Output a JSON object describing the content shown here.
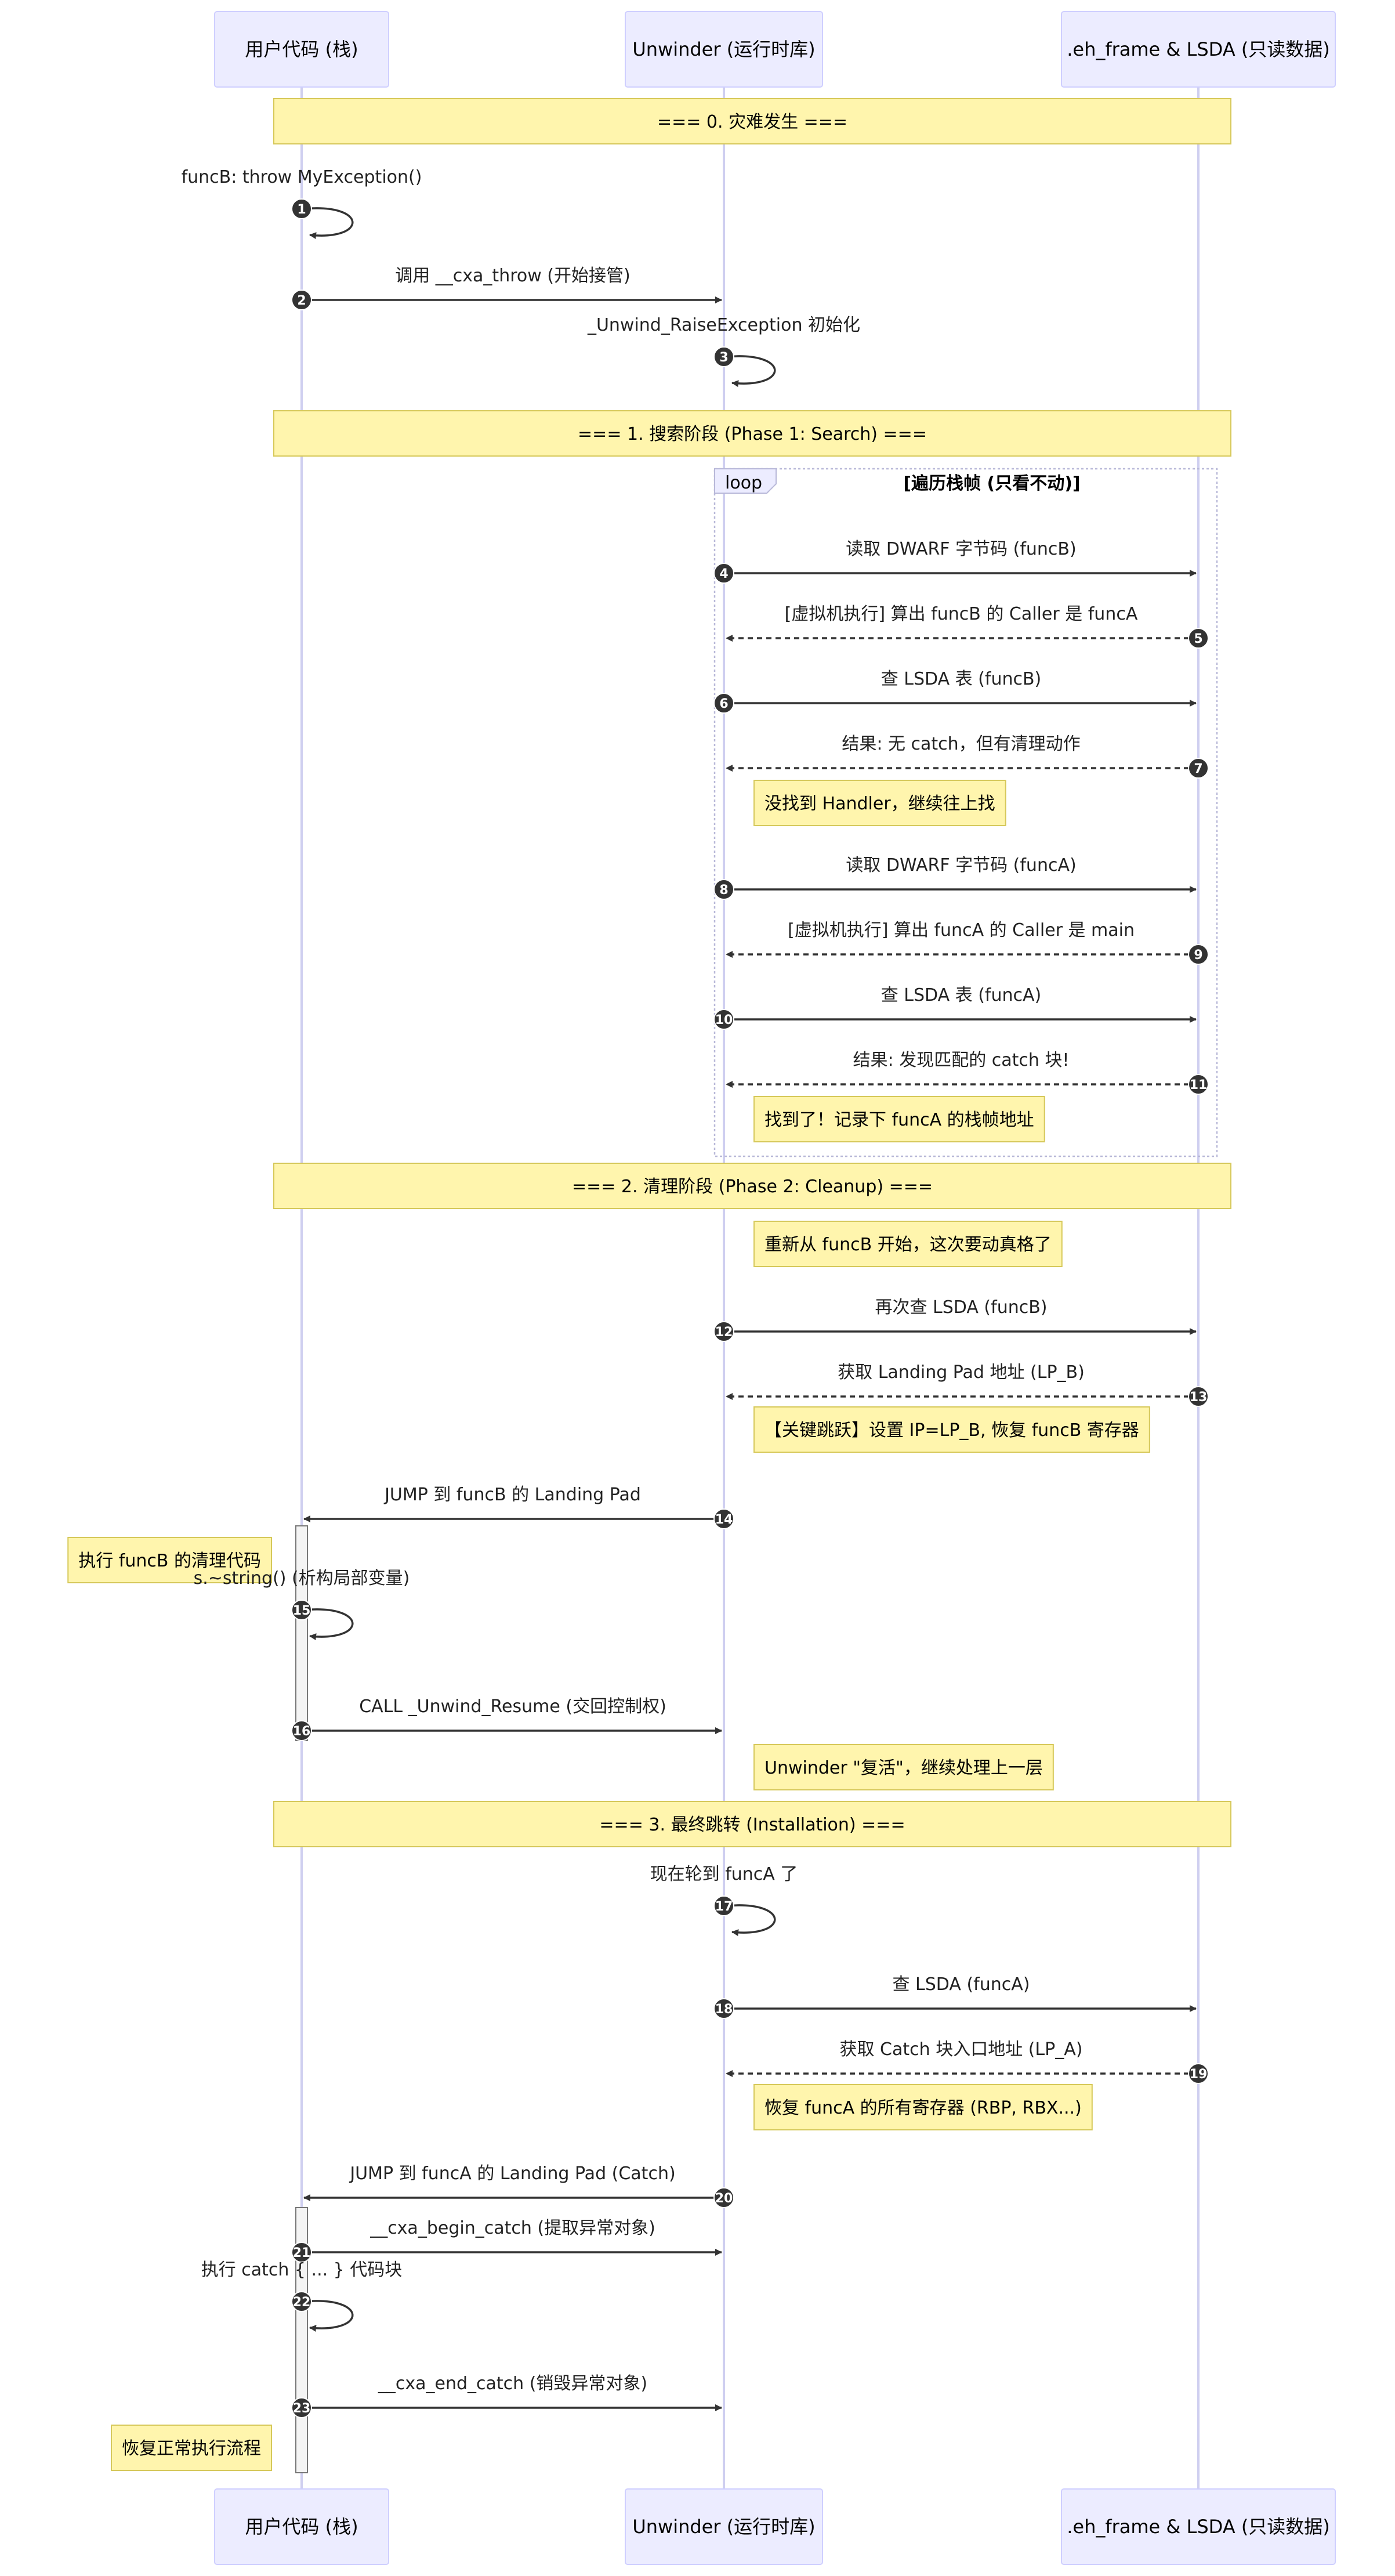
{
  "participants": [
    {
      "id": "user",
      "label": "用户代码 (栈)"
    },
    {
      "id": "unwinder",
      "label": "Unwinder (运行时库)"
    },
    {
      "id": "eh",
      "label": ".eh_frame & LSDA (只读数据)"
    }
  ],
  "loop": {
    "tag": "loop",
    "condition": "[遍历栈帧 (只看不动)]"
  },
  "items": [
    {
      "kind": "note",
      "over": [
        "user",
        "eh"
      ],
      "text": "=== 0. 灾难发生 ==="
    },
    {
      "kind": "msg",
      "from": "user",
      "to": "user",
      "num": 1,
      "text": "funcB: throw MyException()"
    },
    {
      "kind": "msg",
      "from": "user",
      "to": "unwinder",
      "num": 2,
      "text": "调用 __cxa_throw (开始接管)"
    },
    {
      "kind": "msg",
      "from": "unwinder",
      "to": "unwinder",
      "num": 3,
      "text": "_Unwind_RaiseException 初始化"
    },
    {
      "kind": "note",
      "over": [
        "user",
        "eh"
      ],
      "text": "=== 1. 搜索阶段 (Phase 1: Search) ==="
    },
    {
      "kind": "msg",
      "from": "unwinder",
      "to": "eh",
      "num": 4,
      "text": "读取 DWARF 字节码 (funcB)"
    },
    {
      "kind": "msg",
      "from": "eh",
      "to": "unwinder",
      "num": 5,
      "dashed": true,
      "text": "[虚拟机执行] 算出 funcB 的 Caller 是 funcA"
    },
    {
      "kind": "msg",
      "from": "unwinder",
      "to": "eh",
      "num": 6,
      "text": "查 LSDA 表 (funcB)"
    },
    {
      "kind": "msg",
      "from": "eh",
      "to": "unwinder",
      "num": 7,
      "dashed": true,
      "text": "结果: 无 catch，但有清理动作"
    },
    {
      "kind": "note",
      "rightOf": "unwinder",
      "text": "没找到 Handler，继续往上找"
    },
    {
      "kind": "msg",
      "from": "unwinder",
      "to": "eh",
      "num": 8,
      "text": "读取 DWARF 字节码 (funcA)"
    },
    {
      "kind": "msg",
      "from": "eh",
      "to": "unwinder",
      "num": 9,
      "dashed": true,
      "text": "[虚拟机执行] 算出 funcA 的 Caller 是 main"
    },
    {
      "kind": "msg",
      "from": "unwinder",
      "to": "eh",
      "num": 10,
      "text": "查 LSDA 表 (funcA)"
    },
    {
      "kind": "msg",
      "from": "eh",
      "to": "unwinder",
      "num": 11,
      "dashed": true,
      "text": "结果: 发现匹配的 catch 块!"
    },
    {
      "kind": "note",
      "rightOf": "unwinder",
      "text": "找到了！记录下 funcA 的栈帧地址"
    },
    {
      "kind": "note",
      "over": [
        "user",
        "eh"
      ],
      "text": "=== 2. 清理阶段 (Phase 2: Cleanup) ==="
    },
    {
      "kind": "note",
      "rightOf": "unwinder",
      "text": "重新从 funcB 开始，这次要动真格了"
    },
    {
      "kind": "msg",
      "from": "unwinder",
      "to": "eh",
      "num": 12,
      "text": "再次查 LSDA (funcB)"
    },
    {
      "kind": "msg",
      "from": "eh",
      "to": "unwinder",
      "num": 13,
      "dashed": true,
      "text": "获取 Landing Pad 地址 (LP_B)"
    },
    {
      "kind": "note",
      "rightOf": "unwinder",
      "text": "【关键跳跃】设置 IP=LP_B, 恢复 funcB 寄存器"
    },
    {
      "kind": "msg",
      "from": "unwinder",
      "to": "user",
      "num": 14,
      "text": "JUMP 到 funcB 的 Landing Pad"
    },
    {
      "kind": "note",
      "leftOf": "user",
      "text": "执行 funcB 的清理代码"
    },
    {
      "kind": "msg",
      "from": "user",
      "to": "user",
      "num": 15,
      "text": "s.~string() (析构局部变量)"
    },
    {
      "kind": "msg",
      "from": "user",
      "to": "unwinder",
      "num": 16,
      "text": "CALL _Unwind_Resume (交回控制权)"
    },
    {
      "kind": "note",
      "rightOf": "unwinder",
      "text": "Unwinder \"复活\"，继续处理上一层"
    },
    {
      "kind": "note",
      "over": [
        "user",
        "eh"
      ],
      "text": "=== 3. 最终跳转 (Installation) ==="
    },
    {
      "kind": "msg",
      "from": "unwinder",
      "to": "unwinder",
      "num": 17,
      "text": "现在轮到 funcA 了"
    },
    {
      "kind": "msg",
      "from": "unwinder",
      "to": "eh",
      "num": 18,
      "text": "查 LSDA (funcA)"
    },
    {
      "kind": "msg",
      "from": "eh",
      "to": "unwinder",
      "num": 19,
      "dashed": true,
      "text": "获取 Catch 块入口地址 (LP_A)"
    },
    {
      "kind": "note",
      "rightOf": "unwinder",
      "text": "恢复 funcA 的所有寄存器 (RBP, RBX...)"
    },
    {
      "kind": "msg",
      "from": "unwinder",
      "to": "user",
      "num": 20,
      "text": "JUMP 到 funcA 的 Landing Pad (Catch)"
    },
    {
      "kind": "msg",
      "from": "user",
      "to": "unwinder",
      "num": 21,
      "text": "__cxa_begin_catch (提取异常对象)"
    },
    {
      "kind": "msg",
      "from": "user",
      "to": "user",
      "num": 22,
      "text": "执行 catch { ... } 代码块"
    },
    {
      "kind": "msg",
      "from": "user",
      "to": "unwinder",
      "num": 23,
      "text": "__cxa_end_catch (销毁异常对象)"
    },
    {
      "kind": "note",
      "leftOf": "user",
      "text": "恢复正常执行流程"
    }
  ]
}
